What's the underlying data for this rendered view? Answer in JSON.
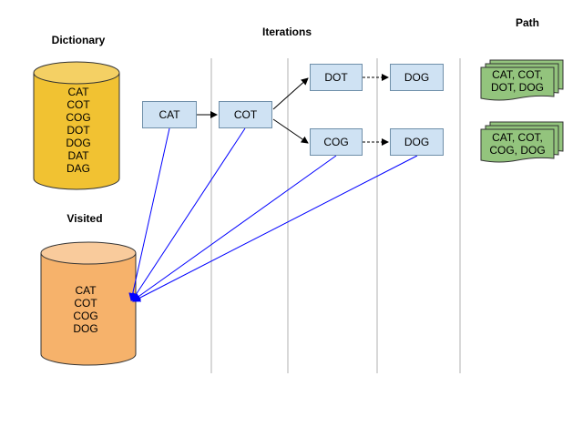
{
  "headers": {
    "dictionary": "Dictionary",
    "visited": "Visited",
    "iterations": "Iterations",
    "path": "Path"
  },
  "dictionary_words": [
    "CAT",
    "COT",
    "COG",
    "DOT",
    "DOG",
    "DAT",
    "DAG"
  ],
  "visited_words": [
    "CAT",
    "COT",
    "COG",
    "DOG"
  ],
  "nodes": {
    "cat": "CAT",
    "cot": "COT",
    "dot": "DOT",
    "dog_top": "DOG",
    "cog": "COG",
    "dog_bottom": "DOG"
  },
  "paths": [
    {
      "line1": "CAT, COT,",
      "line2": "DOT, DOG"
    },
    {
      "line1": "CAT, COT,",
      "line2": "COG, DOG"
    }
  ],
  "colors": {
    "dictionary_fill": "#f1c232",
    "dictionary_top": "#f4d064",
    "visited_fill": "#f6b26b",
    "visited_top": "#f9cb9c",
    "node_fill": "#cfe2f3",
    "path_fill": "#93c47d",
    "visited_link": "#0000ff",
    "divider": "#cccccc"
  }
}
